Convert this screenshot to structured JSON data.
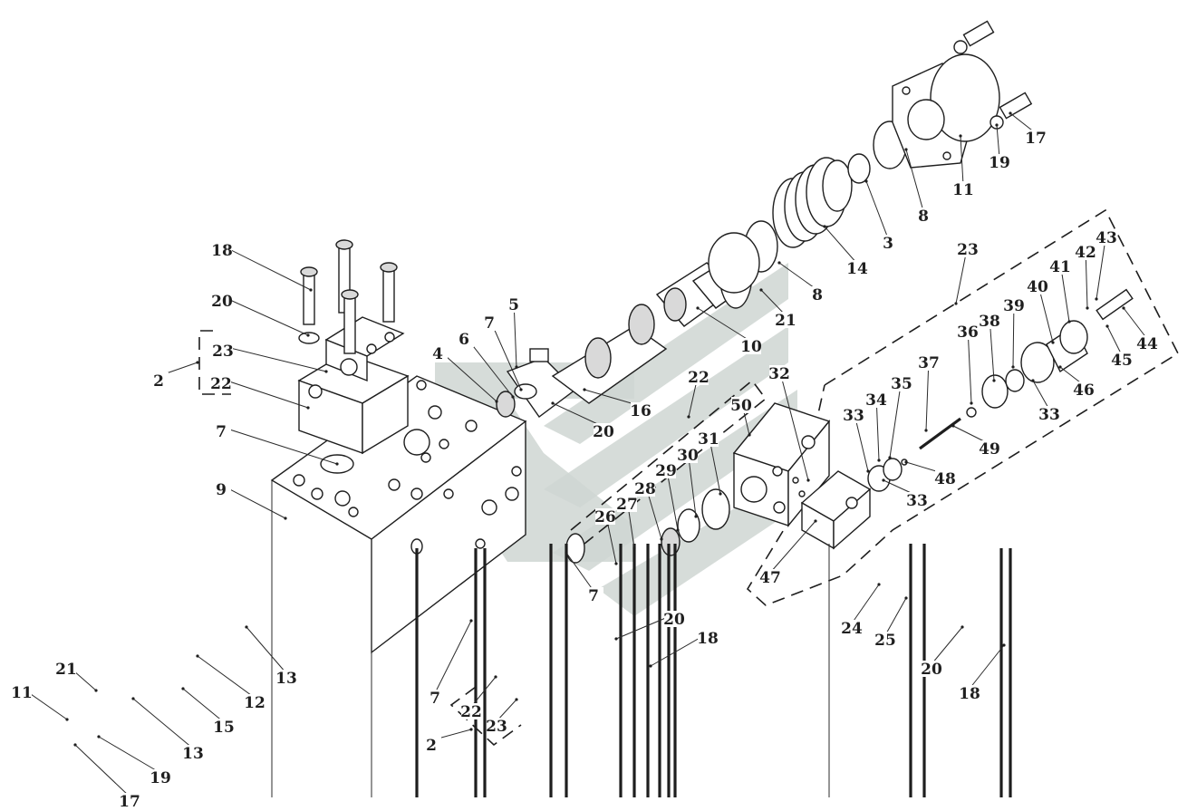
{
  "diagram": {
    "callouts": [
      {
        "id": "c-18a",
        "text": "18"
      },
      {
        "id": "c-20a",
        "text": "20"
      },
      {
        "id": "c-23a",
        "text": "23"
      },
      {
        "id": "c-2a",
        "text": "2"
      },
      {
        "id": "c-22a",
        "text": "22"
      },
      {
        "id": "c-7a",
        "text": "7"
      },
      {
        "id": "c-9",
        "text": "9"
      },
      {
        "id": "c-4",
        "text": "4"
      },
      {
        "id": "c-6",
        "text": "6"
      },
      {
        "id": "c-7b",
        "text": "7"
      },
      {
        "id": "c-5",
        "text": "5"
      },
      {
        "id": "c-16",
        "text": "16"
      },
      {
        "id": "c-20b",
        "text": "20"
      },
      {
        "id": "c-22b",
        "text": "22"
      },
      {
        "id": "c-10",
        "text": "10"
      },
      {
        "id": "c-21a",
        "text": "21"
      },
      {
        "id": "c-8a",
        "text": "8"
      },
      {
        "id": "c-14",
        "text": "14"
      },
      {
        "id": "c-3",
        "text": "3"
      },
      {
        "id": "c-8b",
        "text": "8"
      },
      {
        "id": "c-11a",
        "text": "11"
      },
      {
        "id": "c-19a",
        "text": "19"
      },
      {
        "id": "c-17a",
        "text": "17"
      },
      {
        "id": "c-23b",
        "text": "23"
      },
      {
        "id": "c-32",
        "text": "32"
      },
      {
        "id": "c-50",
        "text": "50"
      },
      {
        "id": "c-31",
        "text": "31"
      },
      {
        "id": "c-30",
        "text": "30"
      },
      {
        "id": "c-29",
        "text": "29"
      },
      {
        "id": "c-28",
        "text": "28"
      },
      {
        "id": "c-27",
        "text": "27"
      },
      {
        "id": "c-26",
        "text": "26"
      },
      {
        "id": "c-7c",
        "text": "7"
      },
      {
        "id": "c-33a",
        "text": "33"
      },
      {
        "id": "c-34",
        "text": "34"
      },
      {
        "id": "c-35",
        "text": "35"
      },
      {
        "id": "c-37",
        "text": "37"
      },
      {
        "id": "c-36",
        "text": "36"
      },
      {
        "id": "c-38",
        "text": "38"
      },
      {
        "id": "c-39",
        "text": "39"
      },
      {
        "id": "c-40",
        "text": "40"
      },
      {
        "id": "c-41",
        "text": "41"
      },
      {
        "id": "c-42",
        "text": "42"
      },
      {
        "id": "c-43",
        "text": "43"
      },
      {
        "id": "c-44",
        "text": "44"
      },
      {
        "id": "c-45",
        "text": "45"
      },
      {
        "id": "c-46",
        "text": "46"
      },
      {
        "id": "c-33b",
        "text": "33"
      },
      {
        "id": "c-49",
        "text": "49"
      },
      {
        "id": "c-48",
        "text": "48"
      },
      {
        "id": "c-33c",
        "text": "33"
      },
      {
        "id": "c-47",
        "text": "47"
      },
      {
        "id": "c-24",
        "text": "24"
      },
      {
        "id": "c-25",
        "text": "25"
      },
      {
        "id": "c-20c",
        "text": "20"
      },
      {
        "id": "c-18b",
        "text": "18"
      },
      {
        "id": "c-20d",
        "text": "20"
      },
      {
        "id": "c-18c",
        "text": "18"
      },
      {
        "id": "c-13a",
        "text": "13"
      },
      {
        "id": "c-12",
        "text": "12"
      },
      {
        "id": "c-15",
        "text": "15"
      },
      {
        "id": "c-13b",
        "text": "13"
      },
      {
        "id": "c-21b",
        "text": "21"
      },
      {
        "id": "c-11b",
        "text": "11"
      },
      {
        "id": "c-19b",
        "text": "19"
      },
      {
        "id": "c-17b",
        "text": "17"
      },
      {
        "id": "c-7d",
        "text": "7"
      },
      {
        "id": "c-22c",
        "text": "22"
      },
      {
        "id": "c-23c",
        "text": "23"
      },
      {
        "id": "c-2b",
        "text": "2"
      }
    ]
  }
}
